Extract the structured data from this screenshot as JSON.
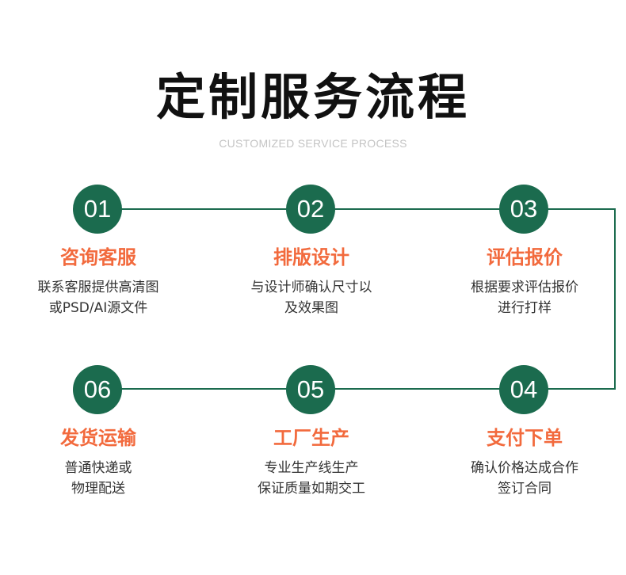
{
  "header": {
    "title": "定制服务流程",
    "subtitle": "CUSTOMIZED SERVICE PROCESS"
  },
  "colors": {
    "accent": "#1b6b4e",
    "highlight": "#f26a3d"
  },
  "steps": [
    {
      "number": "01",
      "title": "咨询客服",
      "desc_line1": "联系客服提供高清图",
      "desc_line2": "或PSD/AI源文件"
    },
    {
      "number": "02",
      "title": "排版设计",
      "desc_line1": "与设计师确认尺寸以",
      "desc_line2": "及效果图"
    },
    {
      "number": "03",
      "title": "评估报价",
      "desc_line1": "根据要求评估报价",
      "desc_line2": "进行打样"
    },
    {
      "number": "04",
      "title": "支付下单",
      "desc_line1": "确认价格达成合作",
      "desc_line2": "签订合同"
    },
    {
      "number": "05",
      "title": "工厂生产",
      "desc_line1": "专业生产线生产",
      "desc_line2": "保证质量如期交工"
    },
    {
      "number": "06",
      "title": "发货运输",
      "desc_line1": "普通快递或",
      "desc_line2": "物理配送"
    }
  ]
}
